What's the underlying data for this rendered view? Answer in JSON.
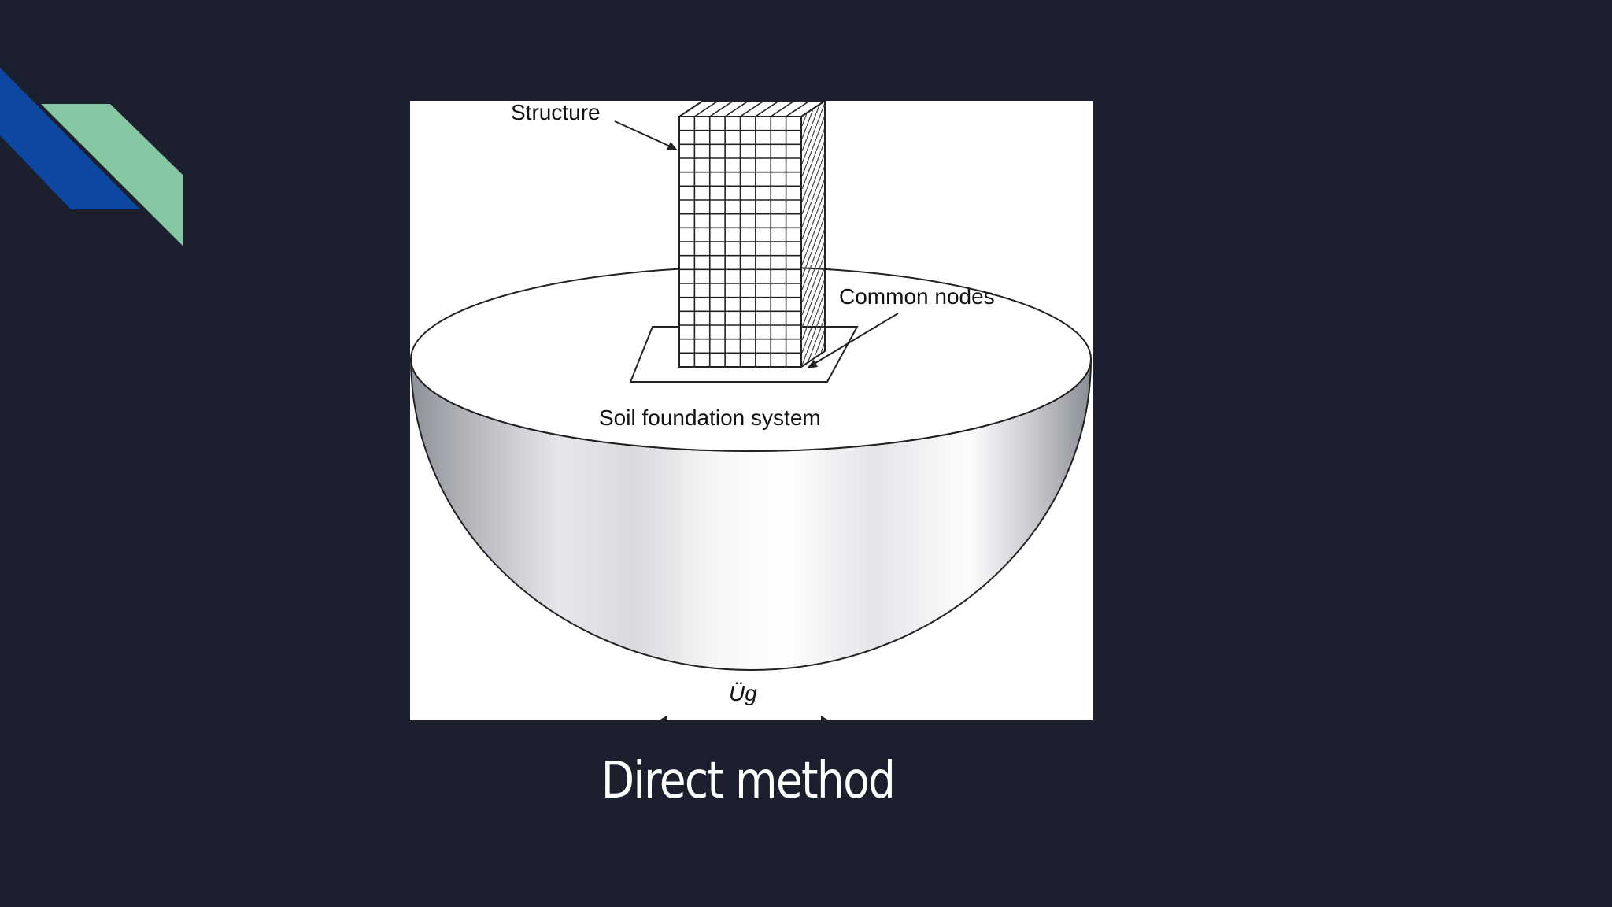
{
  "slide": {
    "title": "Direct method",
    "background_color": "#1c1f2d",
    "accent_colors": [
      "#0d47a1",
      "#86c8a4"
    ]
  },
  "figure": {
    "labels": {
      "structure": "Structure",
      "common_nodes": "Common nodes",
      "soil_foundation": "Soil foundation system",
      "ground_motion": "Üg"
    }
  }
}
